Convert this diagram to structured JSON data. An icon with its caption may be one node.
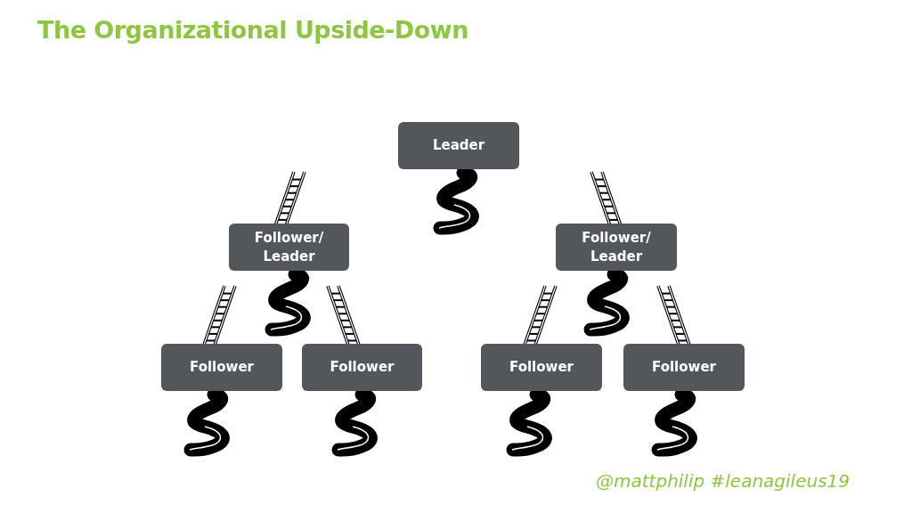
{
  "diagram": {
    "title": "The Organizational Upside-Down",
    "nodes": [
      {
        "text": [
          "Leader"
        ]
      },
      {
        "text": [
          "Follower/ Leader"
        ]
      },
      {
        "text": [
          "Follower/ Leader"
        ]
      },
      {
        "text": [
          "Follower"
        ]
      },
      {
        "text": [
          "Follower"
        ]
      },
      {
        "text": [
          "Follower"
        ]
      },
      {
        "text": [
          "Follower"
        ]
      }
    ],
    "labels": [
      "@mattphilip #leanagileus19"
    ]
  }
}
